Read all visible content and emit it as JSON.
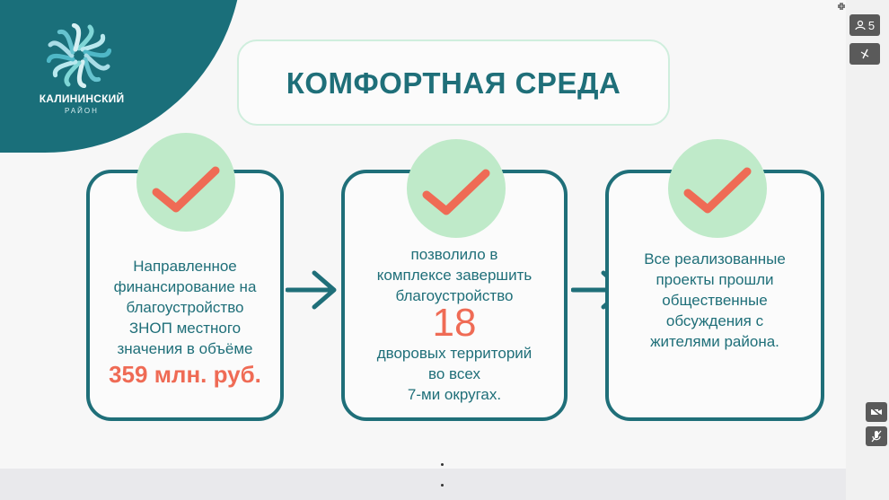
{
  "slide": {
    "brand_name": "КАЛИНИНСКИЙ",
    "brand_sub": "РАЙОН",
    "title": "КОМФОРТНАЯ СРЕДА",
    "cards": [
      {
        "lines": [
          "Направленное",
          "финансирование на",
          "благоустройство",
          "ЗНОП местного",
          "значения в объёме"
        ],
        "highlight": "359 млн. руб."
      },
      {
        "lines_top": [
          "позволило в",
          "комплексе завершить",
          "благоустройство"
        ],
        "highlight": "18",
        "lines_bottom": [
          "дворовых территорий",
          "во всех",
          "7-ми округах."
        ]
      },
      {
        "lines": [
          "Все реализованные",
          "проекты прошли",
          "общественные",
          "обсуждения с",
          "жителями района."
        ]
      }
    ]
  },
  "sidebar": {
    "participants_icon": "user-icon",
    "participants_count": "5",
    "pen_icon": "pen-off-icon",
    "camera_icon": "camera-off-icon",
    "mic_icon": "mic-off-icon"
  },
  "colors": {
    "brand": "#1f6f79",
    "accent": "#ef6b55",
    "check_bg": "#bfeac9"
  }
}
